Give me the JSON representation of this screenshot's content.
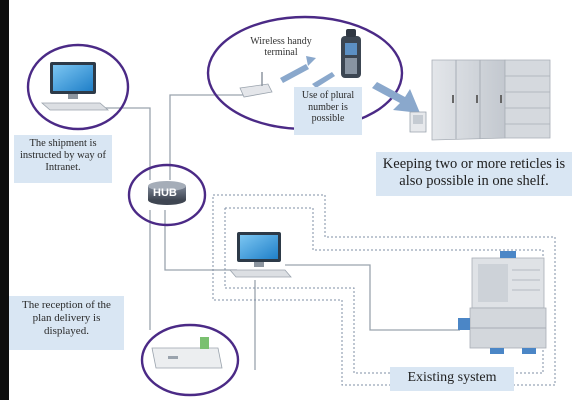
{
  "labels": {
    "shipment_callout": "The shipment is instructed by way of Intranet.",
    "hub": "HUB",
    "wireless_terminal": "Wireless handy terminal",
    "plural_number": "Use of plural number is possible",
    "reticles_callout": "Keeping two or more reticles is also possible in one shelf.",
    "reception_callout": "The reception of the plan delivery is displayed.",
    "existing_system": "Existing system"
  },
  "colors": {
    "highlight_ellipse": "#4b2a86",
    "callout_fill": "#d9e6f3",
    "arrow": "#8aa8cc",
    "dotted_line": "#7f8fa6"
  },
  "icons": {
    "desktop_top": "desktop-computer-icon",
    "desktop_mid": "desktop-computer-icon",
    "hub": "network-hub-icon",
    "access_point": "wireless-access-point-icon",
    "handy_terminal": "handheld-terminal-icon",
    "shelf": "reticle-storage-shelf-icon",
    "stocker": "reticle-stocker-machine-icon",
    "printer": "label-printer-icon"
  }
}
